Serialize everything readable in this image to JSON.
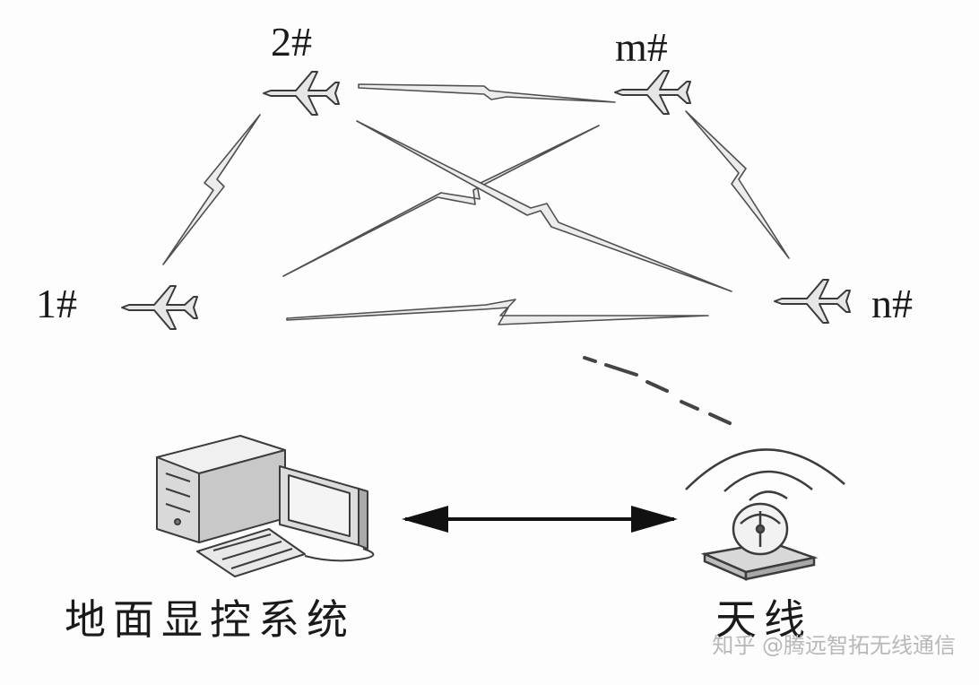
{
  "nodes": {
    "aircraft_1": "1#",
    "aircraft_2": "2#",
    "aircraft_m": "m#",
    "aircraft_n": "n#"
  },
  "ground": {
    "display_control_system": "地面显控系统",
    "antenna": "天线"
  },
  "watermark": "知乎 @腾远智拓无线通信",
  "icons": {
    "aircraft": "airplane-icon",
    "computer": "computer-icon",
    "antenna": "antenna-icon"
  }
}
